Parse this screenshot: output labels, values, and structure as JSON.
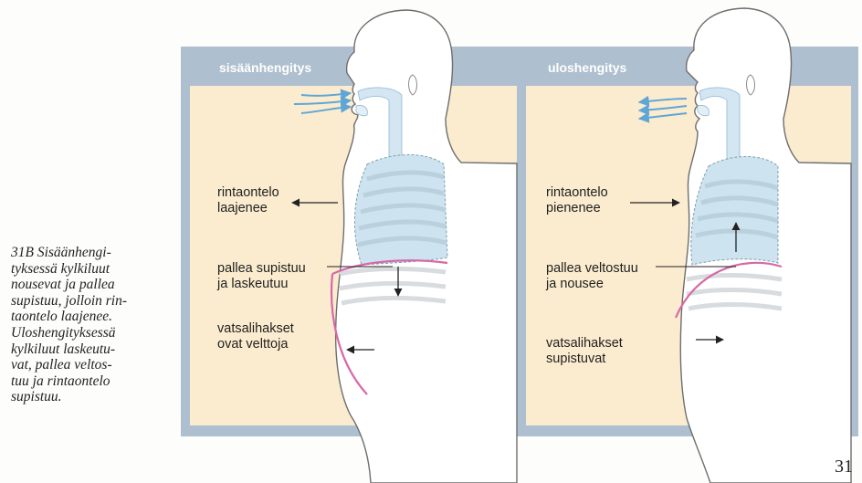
{
  "panels": {
    "inhale": {
      "title": "sisäänhengitys",
      "labels": {
        "chest": [
          "rintaontelo",
          "laajenee"
        ],
        "diaphragm": [
          "pallea supistuu",
          "ja laskeutuu"
        ],
        "abdomen": [
          "vatsalihakset",
          "ovat velttoja"
        ]
      }
    },
    "exhale": {
      "title": "uloshengitys",
      "labels": {
        "chest": [
          "rintaontelo",
          "pienenee"
        ],
        "diaphragm": [
          "pallea veltostuu",
          "ja nousee"
        ],
        "abdomen": [
          "vatsalihakset",
          "supistuvat"
        ]
      }
    }
  },
  "caption": {
    "lines": [
      "31B Sisäänhengi-",
      "tyksessä kylkiluut",
      "nousevat ja pallea",
      "supistuu, jolloin rin-",
      "taontelo laajenee.",
      "Uloshengityksessä",
      "kylkiluut laskeutu-",
      "vat, pallea veltos-",
      "tuu ja rintaontelo",
      "supistuu."
    ]
  },
  "page_number": "31",
  "colors": {
    "frame": "#aebfcf",
    "panel_bg": "#fbeccf",
    "lung": "#cde3ef",
    "diaphragm": "#d768a8",
    "air": "#5fa6d6",
    "body_fill": "#ffffff",
    "body_line": "#6e6e6e"
  }
}
